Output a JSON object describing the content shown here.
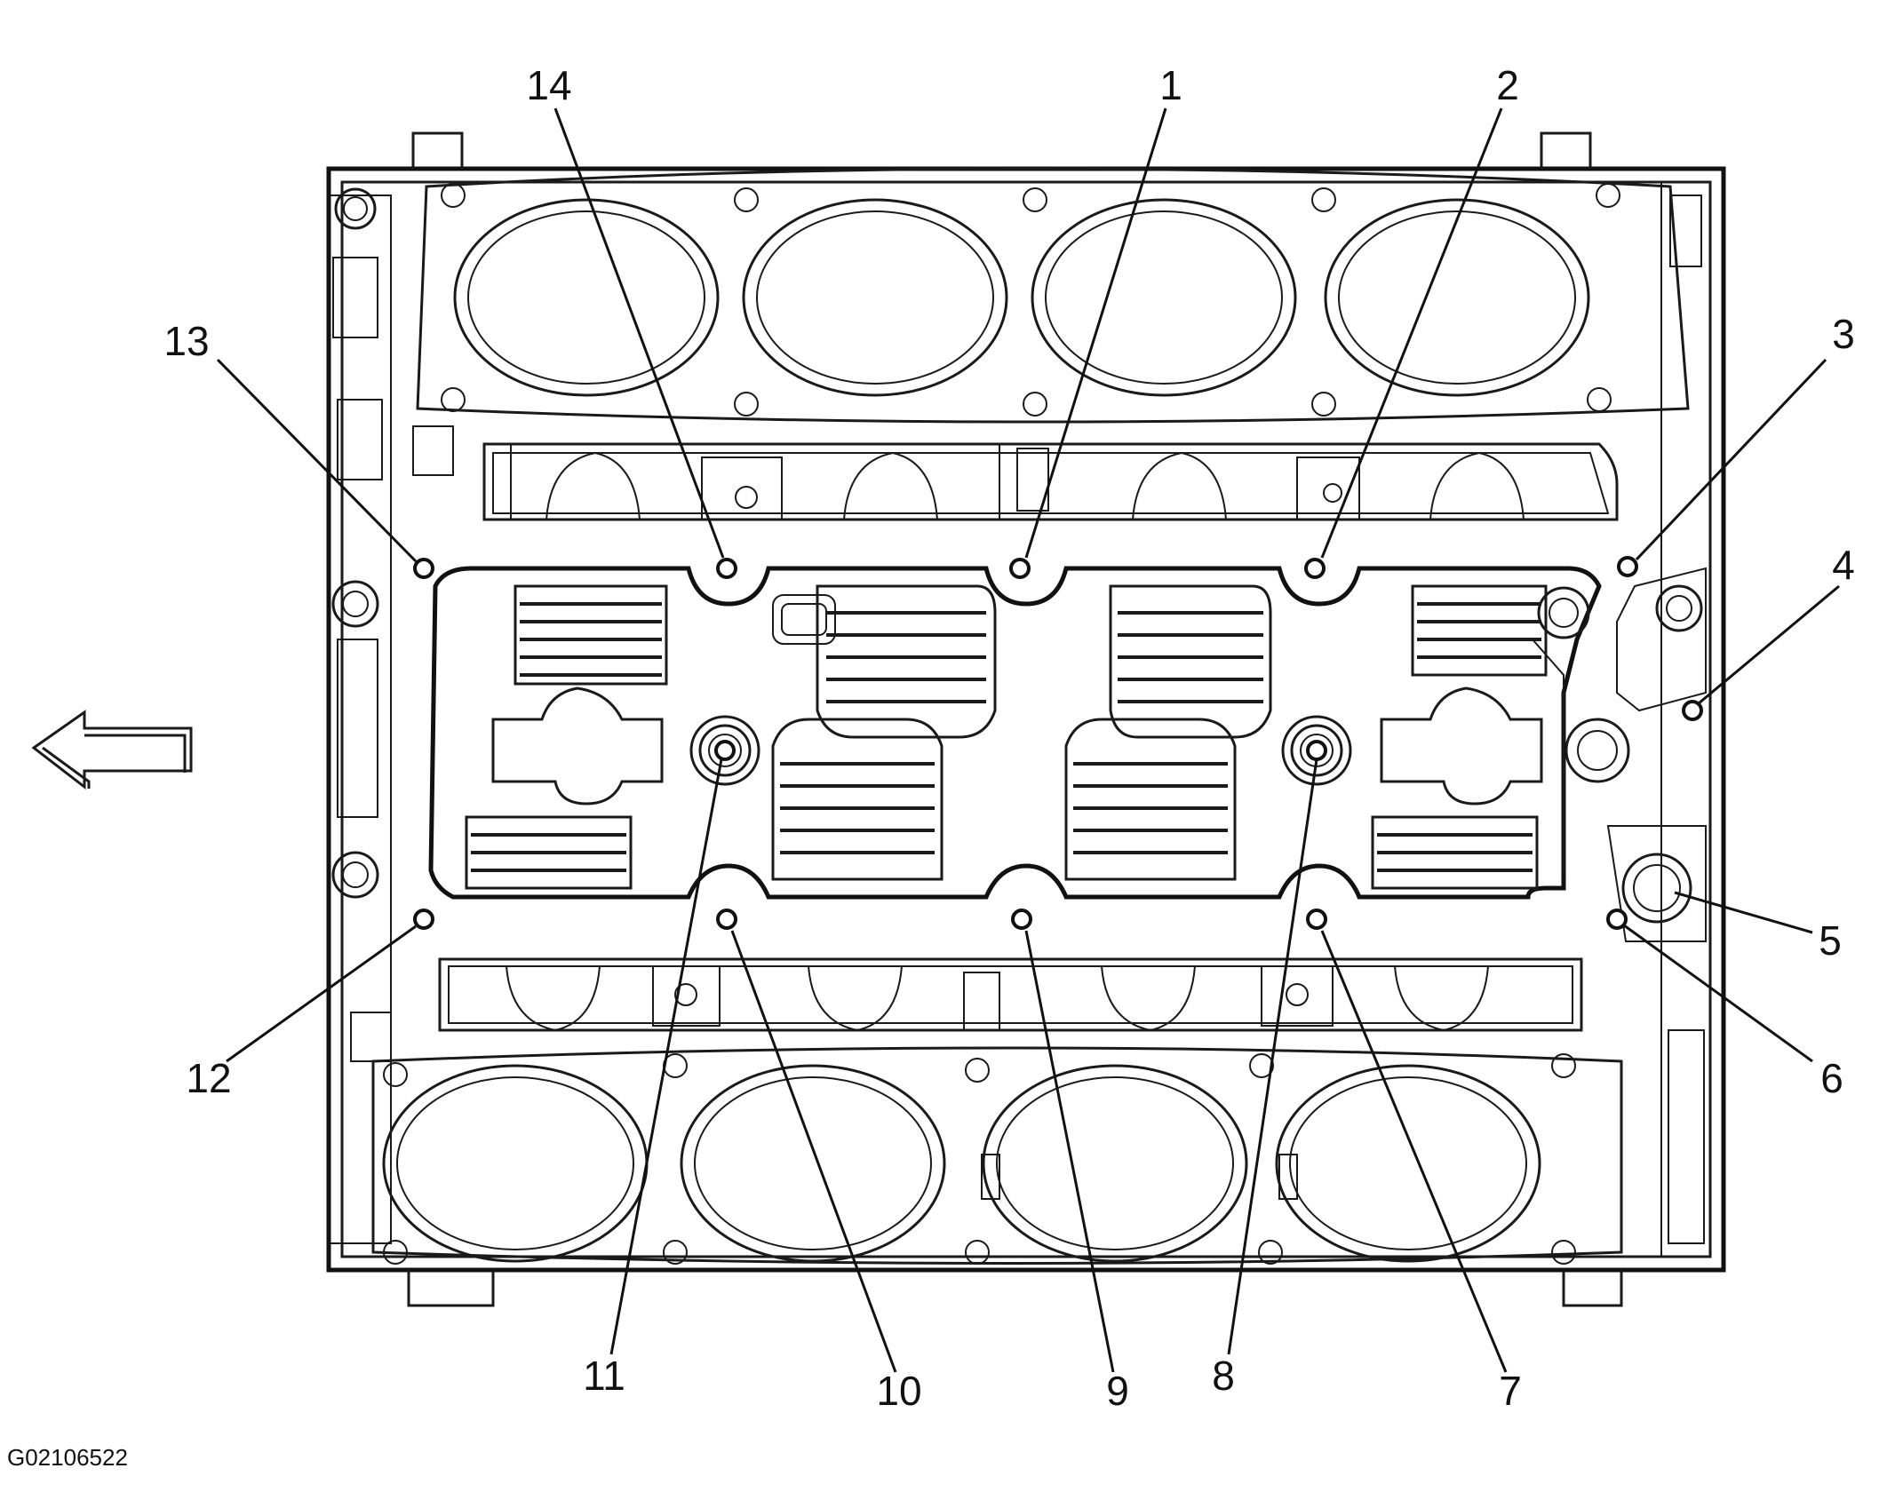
{
  "callouts": [
    {
      "label": "1"
    },
    {
      "label": "2"
    },
    {
      "label": "3"
    },
    {
      "label": "4"
    },
    {
      "label": "5"
    },
    {
      "label": "6"
    },
    {
      "label": "7"
    },
    {
      "label": "8"
    },
    {
      "label": "9"
    },
    {
      "label": "10"
    },
    {
      "label": "11"
    },
    {
      "label": "12"
    },
    {
      "label": "13"
    },
    {
      "label": "14"
    }
  ],
  "figure_id": "G02106522",
  "icons": {
    "direction_arrow": "arrow-left-icon"
  }
}
